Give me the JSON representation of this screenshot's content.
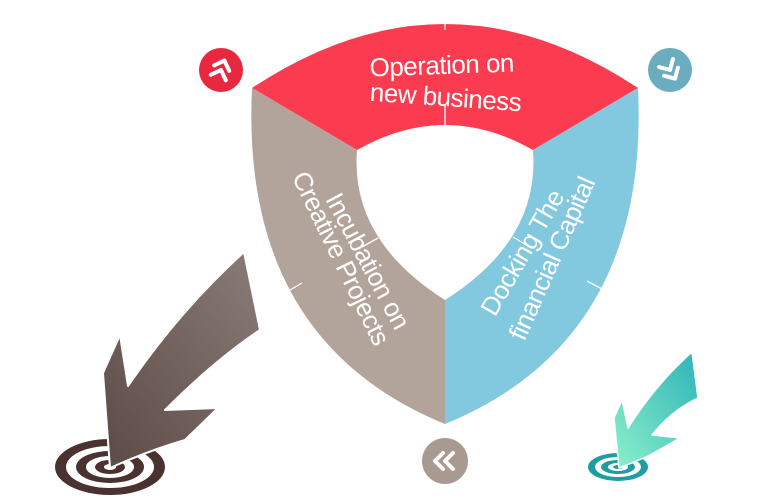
{
  "diagram": {
    "title": "",
    "segments": [
      {
        "id": "top",
        "lines": [
          "Operation on",
          "new business"
        ],
        "color": "#fb3c50"
      },
      {
        "id": "left",
        "lines": [
          "Incubation on",
          "Creative Projects"
        ],
        "color": "#b2a49b"
      },
      {
        "id": "right",
        "lines": [
          "Docking The",
          "financial Capital"
        ],
        "color": "#82c8df"
      }
    ],
    "badges": [
      {
        "id": "top-left",
        "icon": "double-chevron-up-icon",
        "color": "#e8283e"
      },
      {
        "id": "top-right",
        "icon": "double-chevron-down-icon",
        "color": "#6cacbf"
      },
      {
        "id": "bottom",
        "icon": "double-chevron-left-icon",
        "color": "#a99a91"
      }
    ],
    "arrows": [
      {
        "id": "left-arrow",
        "icon": "arrow-target-icon",
        "color_start": "#8a7a76",
        "color_end": "#5e4c48",
        "target_color": "#4a3230"
      },
      {
        "id": "right-arrow",
        "icon": "arrow-target-icon",
        "color_start": "#33b6bb",
        "color_end": "#86ecc8",
        "target_color": "#1f9ea1"
      }
    ]
  }
}
